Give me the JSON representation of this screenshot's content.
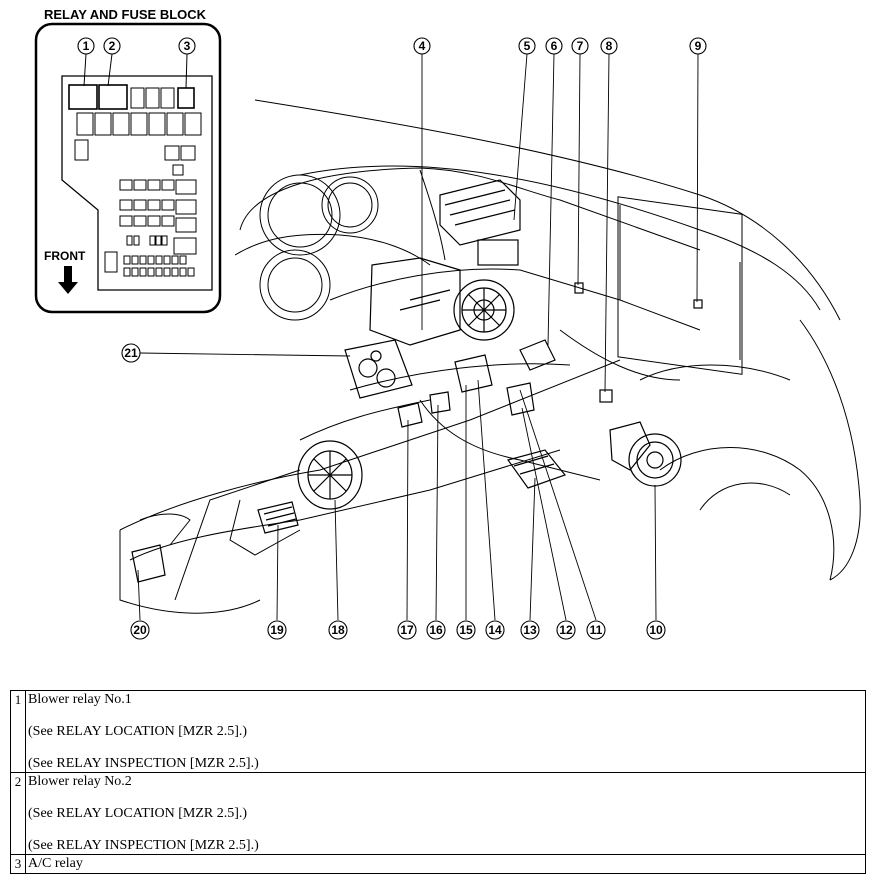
{
  "diagram": {
    "inset_title": "RELAY AND FUSE BLOCK",
    "front_label": "FRONT",
    "inset_callouts": [
      "1",
      "2",
      "3"
    ],
    "top_callouts": [
      "4",
      "5",
      "6",
      "7",
      "8",
      "9"
    ],
    "left_callouts": [
      "21"
    ],
    "bottom_callouts": [
      "20",
      "19",
      "18",
      "17",
      "16",
      "15",
      "14",
      "13",
      "12",
      "11",
      "10"
    ]
  },
  "parts": [
    {
      "num": "1",
      "lines": [
        "Blower relay No.1",
        "(See RELAY LOCATION [MZR 2.5].)",
        "(See RELAY INSPECTION [MZR 2.5].)"
      ]
    },
    {
      "num": "2",
      "lines": [
        "Blower relay No.2",
        "(See RELAY LOCATION [MZR 2.5].)",
        "(See RELAY INSPECTION [MZR 2.5].)"
      ]
    },
    {
      "num": "3",
      "lines": [
        "A/C relay"
      ]
    }
  ]
}
